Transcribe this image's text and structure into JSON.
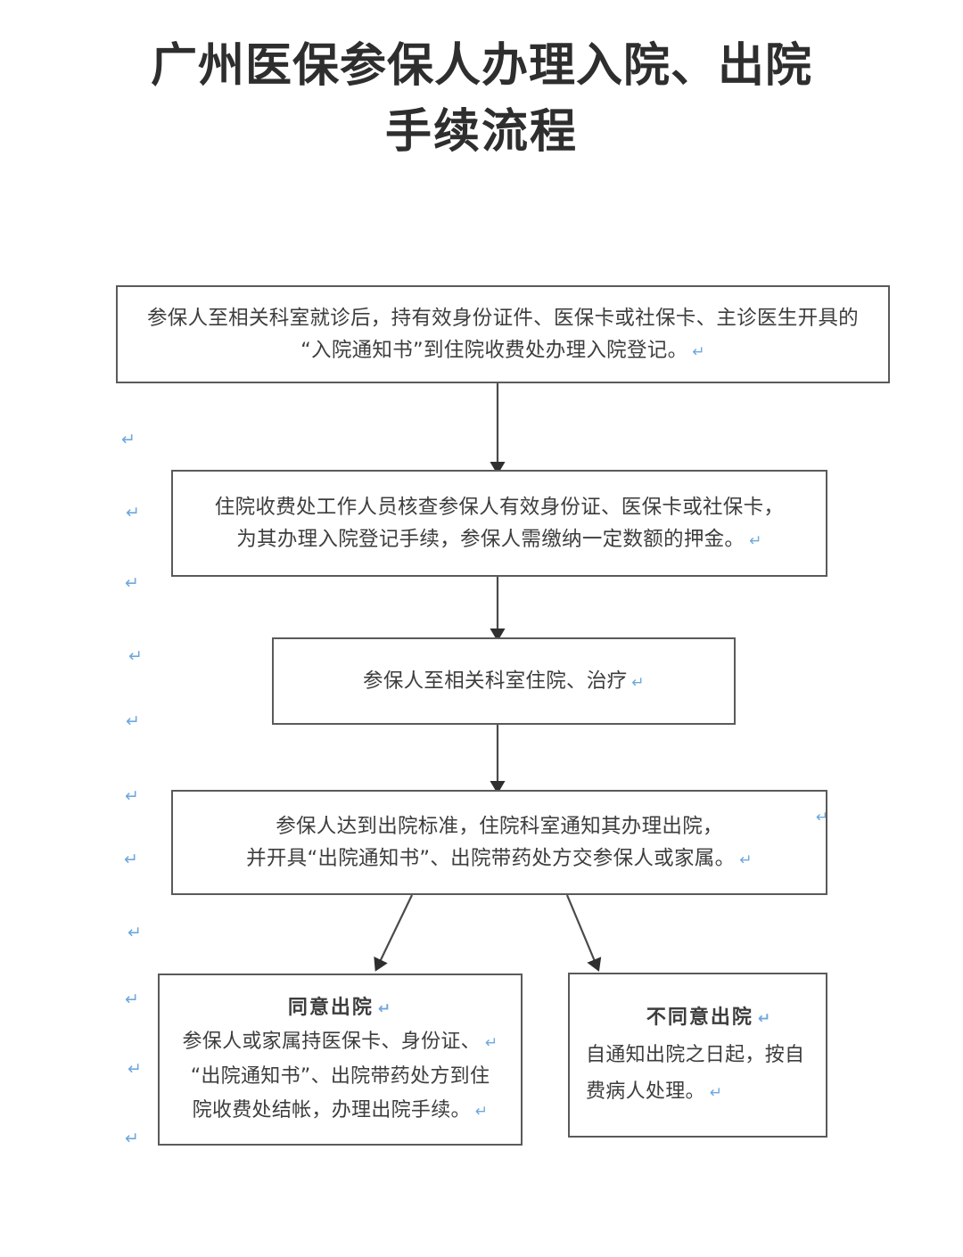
{
  "title": {
    "line1": "广州医保参保人办理入院、出院",
    "line2": "手续流程"
  },
  "colors": {
    "box_border": "#5a5a5a",
    "text": "#3d3d3d",
    "return_mark": "#6fa8dc",
    "arrow": "#3a3a3a",
    "background": "#ffffff"
  },
  "icons": {
    "return_mark_glyph": "↵"
  },
  "flow": {
    "boxes": [
      {
        "id": "box-1",
        "name": "admission-registration-step",
        "lines": [
          "参保人至相关科室就诊后，持有效身份证件、医保卡或社保卡、主诊医生开具的",
          "“入院通知书”到住院收费处办理入院登记。"
        ]
      },
      {
        "id": "box-2",
        "name": "cashier-verification-step",
        "lines": [
          "住院收费处工作人员核查参保人有效身份证、医保卡或社保卡，",
          "为其办理入院登记手续，参保人需缴纳一定数额的押金。"
        ]
      },
      {
        "id": "box-3",
        "name": "hospitalization-treatment-step",
        "lines": [
          "参保人至相关科室住院、治疗"
        ]
      },
      {
        "id": "box-4",
        "name": "discharge-notice-step",
        "lines": [
          "参保人达到出院标准，住院科室通知其办理出院，",
          "并开具“出院通知书”、出院带药处方交参保人或家属。"
        ]
      },
      {
        "id": "box-5",
        "name": "agree-discharge-branch",
        "heading": "同意出院",
        "lines": [
          "参保人或家属持医保卡、身份证、",
          "“出院通知书”、出院带药处方到住",
          "院收费处结帐，办理出院手续。"
        ]
      },
      {
        "id": "box-6",
        "name": "disagree-discharge-branch",
        "heading": "不同意出院",
        "lines": [
          "自通知出院之日起，按自",
          "费病人处理。"
        ]
      }
    ]
  },
  "margin_return_marks_count": 11,
  "chart_data": {
    "type": "table",
    "title": "广州医保参保人办理入院、出院手续流程",
    "nodes": [
      {
        "step": 1,
        "label": "参保人至相关科室就诊后，持有效身份证件、医保卡或社保卡、主诊医生开具的“入院通知书”到住院收费处办理入院登记。"
      },
      {
        "step": 2,
        "label": "住院收费处工作人员核查参保人有效身份证、医保卡或社保卡，为其办理入院登记手续，参保人需缴纳一定数额的押金。"
      },
      {
        "step": 3,
        "label": "参保人至相关科室住院、治疗"
      },
      {
        "step": 4,
        "label": "参保人达到出院标准，住院科室通知其办理出院，并开具“出院通知书”、出院带药处方交参保人或家属。"
      },
      {
        "step": "5a",
        "label": "同意出院：参保人或家属持医保卡、身份证、“出院通知书”、出院带药处方到住院收费处结帐，办理出院手续。"
      },
      {
        "step": "5b",
        "label": "不同意出院：自通知出院之日起，按自费病人处理。"
      }
    ],
    "edges": [
      {
        "from": 1,
        "to": 2,
        "style": "vertical-arrow"
      },
      {
        "from": 2,
        "to": 3,
        "style": "vertical-arrow"
      },
      {
        "from": 3,
        "to": 4,
        "style": "vertical-arrow"
      },
      {
        "from": 4,
        "to": "5a",
        "style": "diagonal-arrow-left"
      },
      {
        "from": 4,
        "to": "5b",
        "style": "diagonal-arrow-right"
      }
    ]
  }
}
